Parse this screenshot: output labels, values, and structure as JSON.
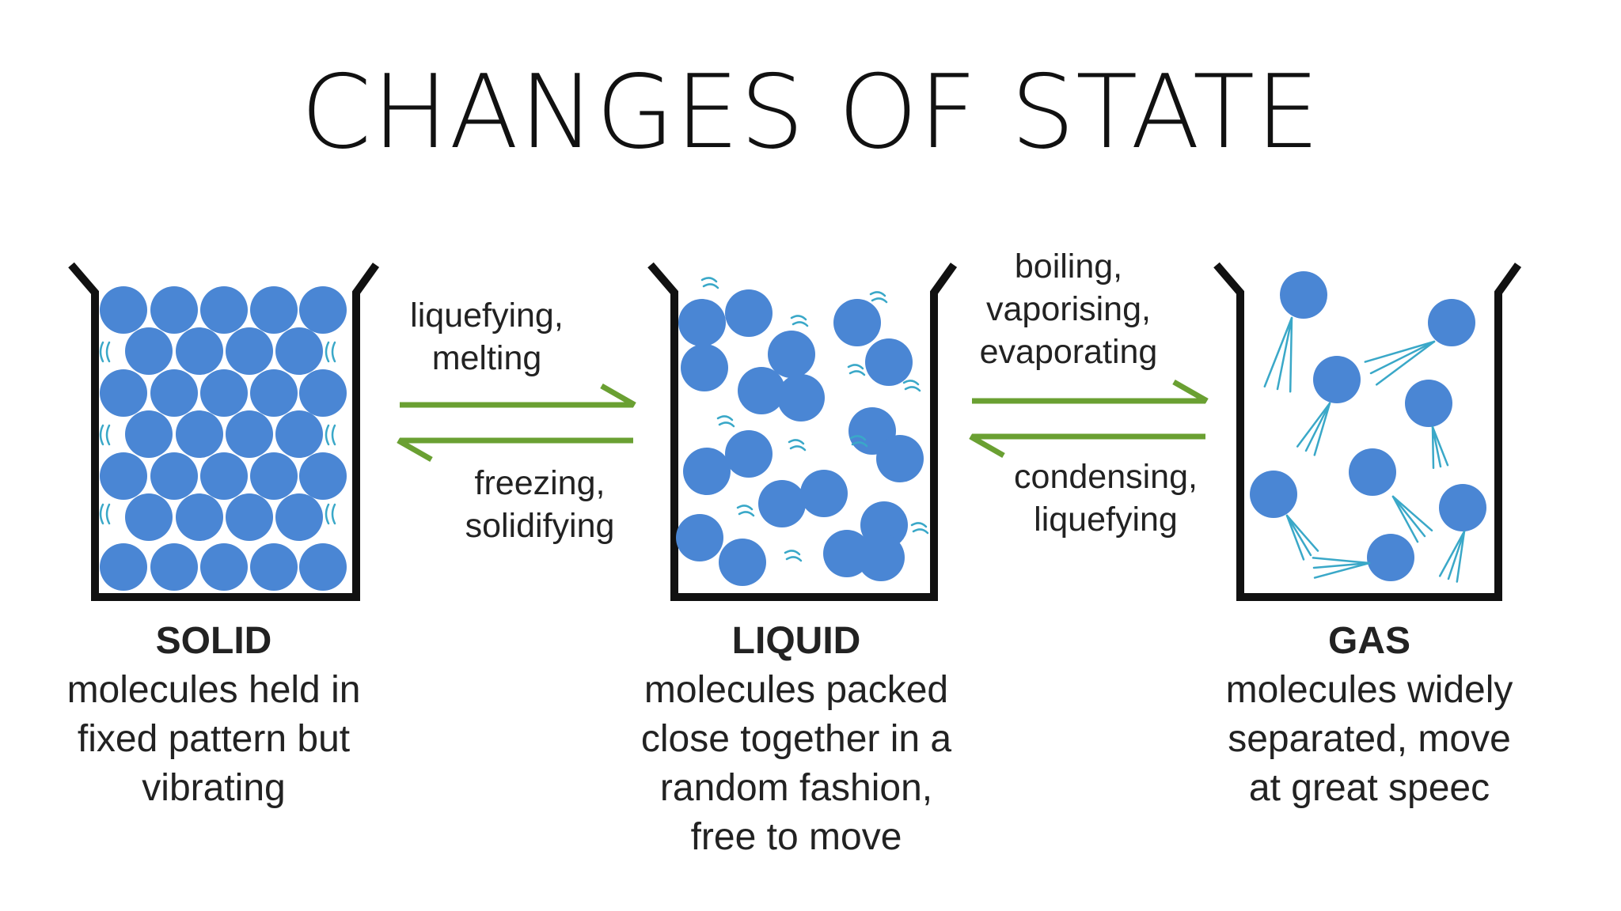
{
  "title": "CHANGES OF STATE",
  "states": [
    {
      "name": "SOLID",
      "desc1": "molecules held in",
      "desc2": "fixed pattern but",
      "desc3": "vibrating"
    },
    {
      "name": "LIQUID",
      "desc1": "molecules packed",
      "desc2": "close together in a",
      "desc3": "random fashion,",
      "desc4": "free to move"
    },
    {
      "name": "GAS",
      "desc1": "molecules widely",
      "desc2": "separated, move",
      "desc3": "at great speec"
    }
  ],
  "processes": {
    "solid_to_liquid": {
      "l1": "liquefying,",
      "l2": "melting"
    },
    "liquid_to_solid": {
      "l1": "freezing,",
      "l2": "solidifying"
    },
    "liquid_to_gas": {
      "l1": "boiling,",
      "l2": "vaporising,",
      "l3": "evaporating"
    },
    "gas_to_liquid": {
      "l1": "condensing,",
      "l2": "liquefying"
    }
  },
  "colors": {
    "molecule": "#4a86d4",
    "motion_line": "#3aa8c8",
    "arrow": "#6aa032",
    "container": "#111111"
  }
}
